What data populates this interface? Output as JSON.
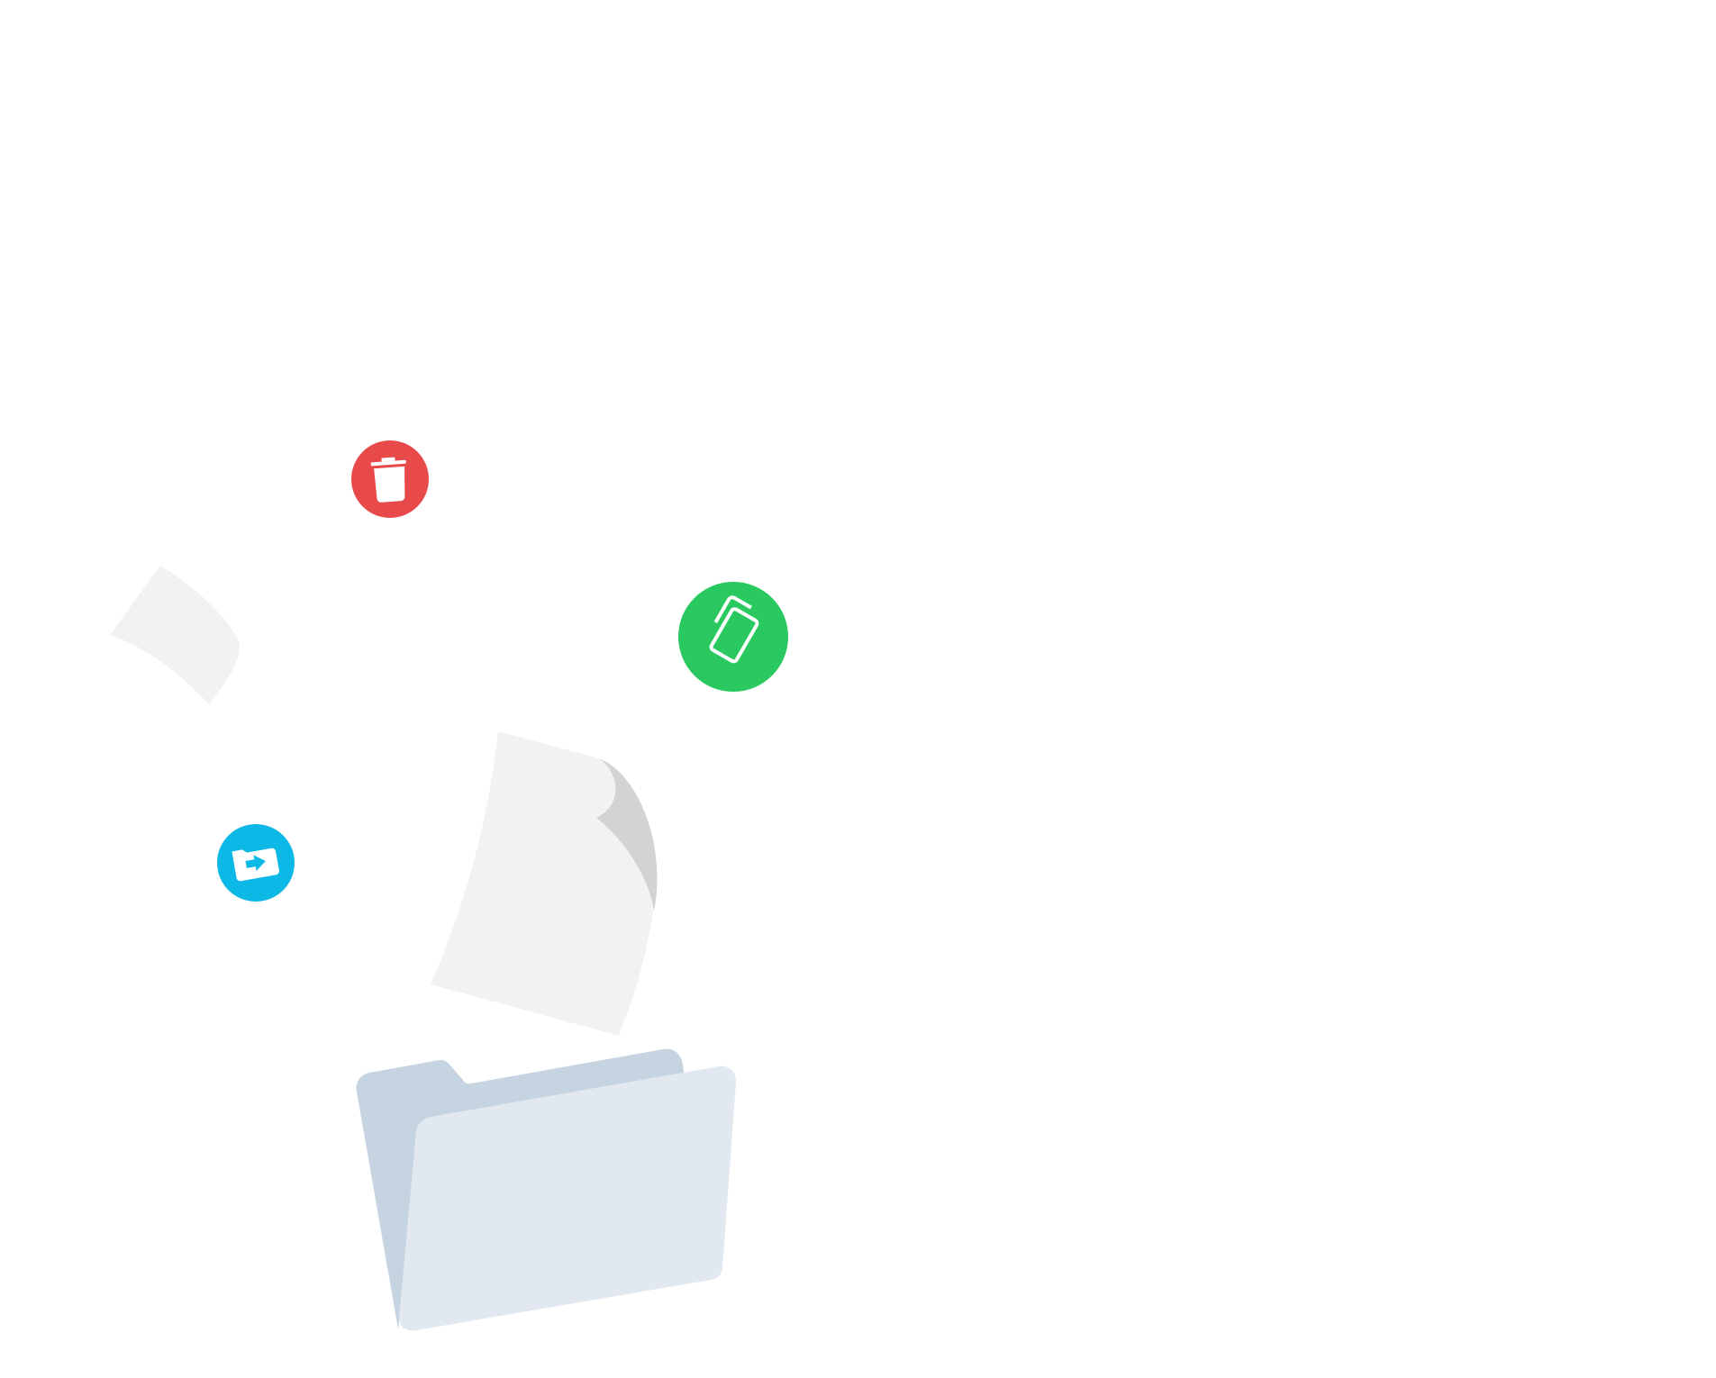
{
  "colors": {
    "background": "#ffffff",
    "paper": "#f2f2f2",
    "paper_fold": "#d3d3d3",
    "folder_back": "#c6d4e1",
    "folder_front": "#e1e8f0",
    "delete": "#e84949",
    "copy": "#2ac95f",
    "move": "#0bb8e6",
    "icon_fg": "#ffffff"
  },
  "actions": [
    {
      "id": "delete",
      "icon": "trash-icon"
    },
    {
      "id": "copy",
      "icon": "copy-icon"
    },
    {
      "id": "move",
      "icon": "folder-move-icon"
    }
  ]
}
